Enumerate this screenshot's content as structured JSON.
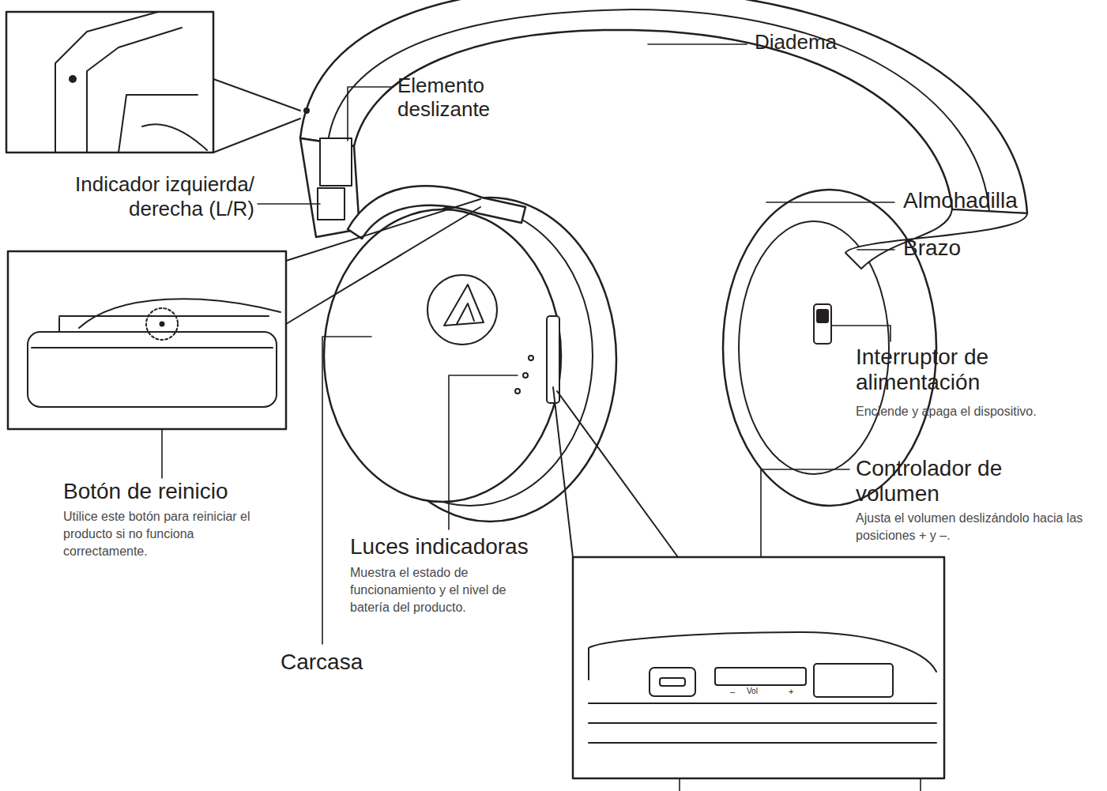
{
  "diagram": {
    "labels": [
      "Diadema",
      "Elemento deslizante",
      "Indicador izquierda/ derecha (L/R)",
      "Almohadilla",
      "Brazo",
      "Interruptor de alimentación",
      "Enciende y apaga el dispositivo.",
      "Controlador de volumen",
      "Ajusta el volumen deslizándolo hacia las posiciones + y –.",
      "Botón de reinicio",
      "Utilice este botón para reiniciar el producto si no funciona correctamente.",
      "Luces indicadoras",
      "Muestra el estado de funcionamiento y el nivel de batería del producto.",
      "Carcasa",
      "Vol",
      "–",
      "+"
    ]
  }
}
